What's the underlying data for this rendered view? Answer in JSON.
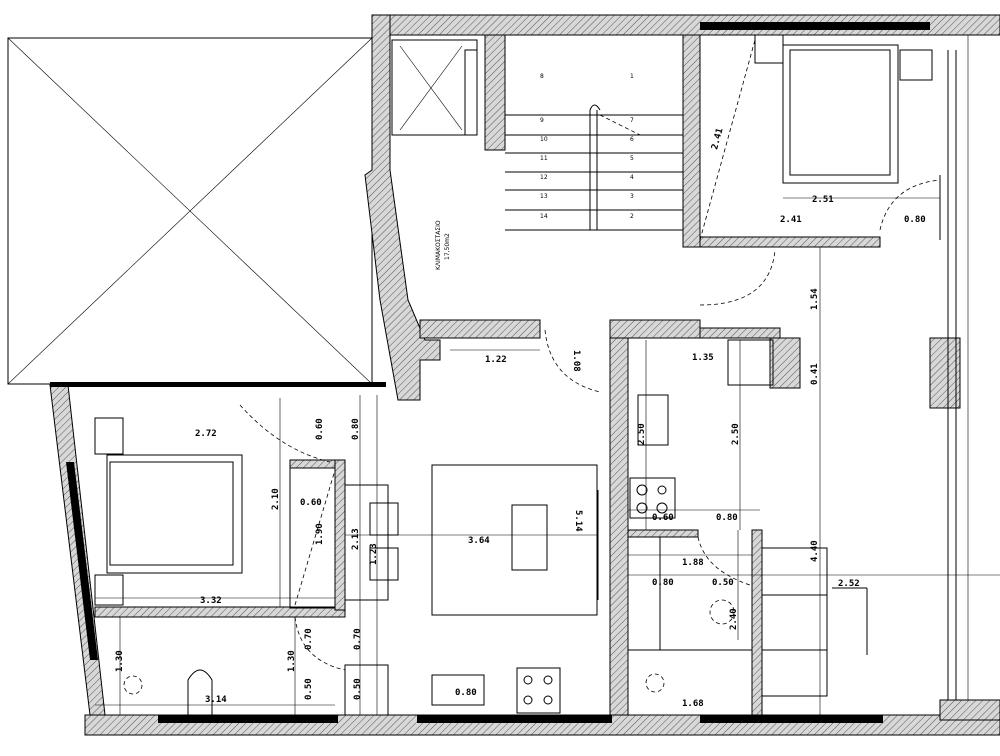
{
  "plan": {
    "room_label": "ΚΛΙΜΑΚΟΣΤΑΣΙΟ",
    "room_area": "17,50m2",
    "stair_steps_left": [
      "8",
      "9",
      "10",
      "11",
      "12",
      "13",
      "14"
    ],
    "stair_steps_right": [
      "7",
      "6",
      "5",
      "4",
      "3",
      "2",
      "1"
    ],
    "dimensions": {
      "top_bed_width": "2.51",
      "top_bed_lower": "2.41",
      "top_bed_side": "2.41",
      "top_door": "0.80",
      "corridor_vertical": "1.54",
      "hall_width": "1.22",
      "hall_door": "1.08",
      "kitchen_top": "1.35",
      "kitchen_vertical_a": "2.50",
      "kitchen_vertical_b": "2.50",
      "right_small": "0.41",
      "kitchen_gap": "0.80",
      "cook_width": "0.60",
      "bath_width": "1.88",
      "bath_a": "0.80",
      "bath_b": "0.50",
      "bath_height": "2.40",
      "bath_bottom": "1.68",
      "living_height": "4.40",
      "living_width": "2.52",
      "dining_length": "5.14",
      "dining_width": "3.64",
      "bed_width": "2.72",
      "bed_lower": "3.32",
      "bed_height": "2.10",
      "wardrobe_height": "1.90",
      "wardrobe_width": "0.60",
      "bench": "2.13",
      "bench_small": "1.23",
      "top_small_a": "0.60",
      "top_small_b": "0.80",
      "wc_width": "3.14",
      "wc_height_a": "1.30",
      "wc_height_b": "1.30",
      "wc_small_a": "0.70",
      "wc_small_b": "0.70",
      "wc_small_c": "0.50",
      "wc_small_d": "0.50",
      "counter": "0.80"
    }
  }
}
